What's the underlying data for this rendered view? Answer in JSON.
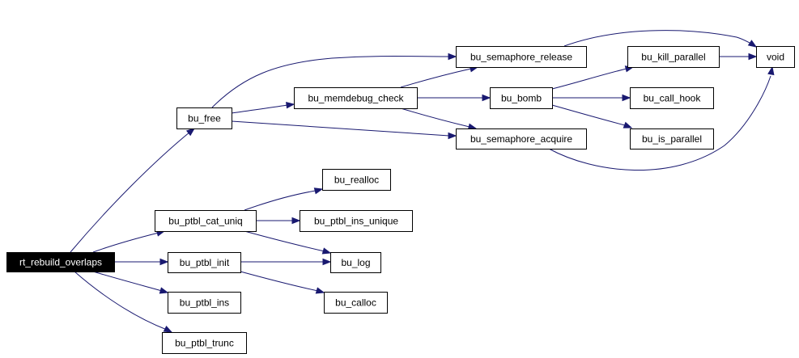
{
  "graph": {
    "nodes": [
      {
        "id": "rt_rebuild_overlaps",
        "label": "rt_rebuild_overlaps",
        "root": true
      },
      {
        "id": "bu_free",
        "label": "bu_free"
      },
      {
        "id": "bu_ptbl_cat_uniq",
        "label": "bu_ptbl_cat_uniq"
      },
      {
        "id": "bu_ptbl_init",
        "label": "bu_ptbl_init"
      },
      {
        "id": "bu_ptbl_ins",
        "label": "bu_ptbl_ins"
      },
      {
        "id": "bu_ptbl_trunc",
        "label": "bu_ptbl_trunc"
      },
      {
        "id": "bu_memdebug_check",
        "label": "bu_memdebug_check"
      },
      {
        "id": "bu_semaphore_release",
        "label": "bu_semaphore_release"
      },
      {
        "id": "bu_semaphore_acquire",
        "label": "bu_semaphore_acquire"
      },
      {
        "id": "bu_bomb",
        "label": "bu_bomb"
      },
      {
        "id": "bu_kill_parallel",
        "label": "bu_kill_parallel"
      },
      {
        "id": "bu_call_hook",
        "label": "bu_call_hook"
      },
      {
        "id": "bu_is_parallel",
        "label": "bu_is_parallel"
      },
      {
        "id": "void",
        "label": "void"
      },
      {
        "id": "bu_realloc",
        "label": "bu_realloc"
      },
      {
        "id": "bu_ptbl_ins_unique",
        "label": "bu_ptbl_ins_unique"
      },
      {
        "id": "bu_log",
        "label": "bu_log"
      },
      {
        "id": "bu_calloc",
        "label": "bu_calloc"
      }
    ],
    "edges": [
      {
        "from": "rt_rebuild_overlaps",
        "to": "bu_free"
      },
      {
        "from": "rt_rebuild_overlaps",
        "to": "bu_ptbl_cat_uniq"
      },
      {
        "from": "rt_rebuild_overlaps",
        "to": "bu_ptbl_init"
      },
      {
        "from": "rt_rebuild_overlaps",
        "to": "bu_ptbl_ins"
      },
      {
        "from": "rt_rebuild_overlaps",
        "to": "bu_ptbl_trunc"
      },
      {
        "from": "bu_free",
        "to": "bu_semaphore_release"
      },
      {
        "from": "bu_free",
        "to": "bu_memdebug_check"
      },
      {
        "from": "bu_free",
        "to": "bu_semaphore_acquire"
      },
      {
        "from": "bu_memdebug_check",
        "to": "bu_semaphore_release"
      },
      {
        "from": "bu_memdebug_check",
        "to": "bu_bomb"
      },
      {
        "from": "bu_memdebug_check",
        "to": "bu_semaphore_acquire"
      },
      {
        "from": "bu_semaphore_release",
        "to": "void"
      },
      {
        "from": "bu_semaphore_acquire",
        "to": "void"
      },
      {
        "from": "bu_bomb",
        "to": "bu_kill_parallel"
      },
      {
        "from": "bu_bomb",
        "to": "bu_call_hook"
      },
      {
        "from": "bu_bomb",
        "to": "bu_is_parallel"
      },
      {
        "from": "bu_kill_parallel",
        "to": "void"
      },
      {
        "from": "bu_ptbl_cat_uniq",
        "to": "bu_realloc"
      },
      {
        "from": "bu_ptbl_cat_uniq",
        "to": "bu_ptbl_ins_unique"
      },
      {
        "from": "bu_ptbl_cat_uniq",
        "to": "bu_log"
      },
      {
        "from": "bu_ptbl_init",
        "to": "bu_log"
      },
      {
        "from": "bu_ptbl_init",
        "to": "bu_calloc"
      }
    ]
  },
  "colors": {
    "edge": "#191970",
    "node_border": "#000000",
    "node_fill": "#ffffff",
    "root_fill": "#000000",
    "root_text": "#ffffff"
  }
}
